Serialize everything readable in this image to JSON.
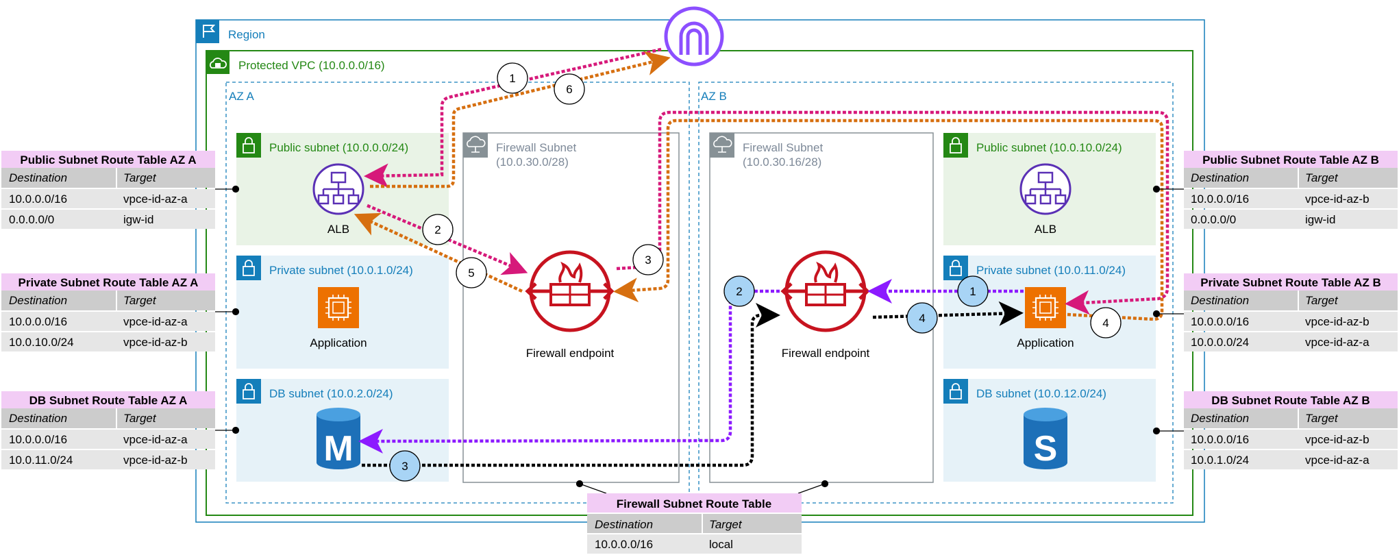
{
  "region": {
    "label": "Region"
  },
  "vpc": {
    "label": "Protected VPC (10.0.0.0/16)"
  },
  "az_a": {
    "label": "AZ A"
  },
  "az_b": {
    "label": "AZ B"
  },
  "subnets": {
    "public_a": "Public subnet (10.0.0.0/24)",
    "private_a": "Private subnet (10.0.1.0/24)",
    "db_a": "DB subnet (10.0.2.0/24)",
    "fw_a_name": "Firewall Subnet",
    "fw_a_cidr": "(10.0.30.0/28)",
    "fw_b_name": "Firewall Subnet",
    "fw_b_cidr": "(10.0.30.16/28)",
    "public_b": "Public subnet (10.0.10.0/24)",
    "private_b": "Private subnet (10.0.11.0/24)",
    "db_b": "DB subnet (10.0.12.0/24)"
  },
  "nodes": {
    "alb_a": "ALB",
    "alb_b": "ALB",
    "app_a": "Application",
    "app_b": "Application",
    "fw_endpoint_a": "Firewall endpoint",
    "fw_endpoint_b": "Firewall endpoint",
    "db_a_glyph": "M",
    "db_b_glyph": "S"
  },
  "icons": {
    "region": "flag-icon",
    "vpc": "cloud-lock-icon",
    "subnet": "padlock-icon",
    "firewall_subnet": "cloud-network-icon",
    "igw": "internet-gateway-icon",
    "alb": "load-balancer-icon",
    "app": "ec2-instance-icon",
    "firewall": "network-firewall-icon",
    "db": "database-icon"
  },
  "colors": {
    "region": "#147eba",
    "vpc": "#248814",
    "az": "#147eba",
    "public_fill": "#e9f3e6",
    "private_fill": "#e6f2f8",
    "firewall": "#c7131f",
    "igw": "#8c4fff",
    "alb": "#5a30b5",
    "ec2": "#ed7100",
    "db": "#1d70b8",
    "flow_pink": "#d6197a",
    "flow_orange": "#d66f10",
    "flow_purple": "#8c1aff",
    "flow_black": "#000000",
    "table_header": "#f2ccf5",
    "table_cols": "#cccccc",
    "table_rows": "#e6e6e6"
  },
  "flows": {
    "pink": [
      "1",
      "2",
      "3"
    ],
    "orange": [
      "6",
      "5"
    ],
    "b_pink": [
      "4"
    ],
    "purple": [
      "1",
      "2"
    ],
    "black": [
      "3",
      "4"
    ]
  },
  "tables": {
    "pub_a": {
      "title": "Public Subnet Route Table AZ A",
      "headers": [
        "Destination",
        "Target"
      ],
      "rows": [
        [
          "10.0.0.0/16",
          "vpce-id-az-a"
        ],
        [
          "0.0.0.0/0",
          "igw-id"
        ]
      ]
    },
    "priv_a": {
      "title": "Private Subnet Route Table AZ A",
      "headers": [
        "Destination",
        "Target"
      ],
      "rows": [
        [
          "10.0.0.0/16",
          "vpce-id-az-a"
        ],
        [
          "10.0.10.0/24",
          "vpce-id-az-b"
        ]
      ]
    },
    "db_a": {
      "title": "DB Subnet Route Table AZ A",
      "headers": [
        "Destination",
        "Target"
      ],
      "rows": [
        [
          "10.0.0.0/16",
          "vpce-id-az-a"
        ],
        [
          "10.0.11.0/24",
          "vpce-id-az-b"
        ]
      ]
    },
    "pub_b": {
      "title": "Public Subnet Route Table AZ B",
      "headers": [
        "Destination",
        "Target"
      ],
      "rows": [
        [
          "10.0.0.0/16",
          "vpce-id-az-b"
        ],
        [
          "0.0.0.0/0",
          "igw-id"
        ]
      ]
    },
    "priv_b": {
      "title": "Private Subnet Route Table AZ B",
      "headers": [
        "Destination",
        "Target"
      ],
      "rows": [
        [
          "10.0.0.0/16",
          "vpce-id-az-b"
        ],
        [
          "10.0.0.0/24",
          "vpce-id-az-a"
        ]
      ]
    },
    "db_b": {
      "title": "DB Subnet Route Table AZ B",
      "headers": [
        "Destination",
        "Target"
      ],
      "rows": [
        [
          "10.0.0.0/16",
          "vpce-id-az-b"
        ],
        [
          "10.0.1.0/24",
          "vpce-id-az-a"
        ]
      ]
    },
    "fw": {
      "title": "Firewall Subnet Route Table",
      "headers": [
        "Destination",
        "Target"
      ],
      "rows": [
        [
          "10.0.0.0/16",
          "local"
        ]
      ]
    }
  }
}
